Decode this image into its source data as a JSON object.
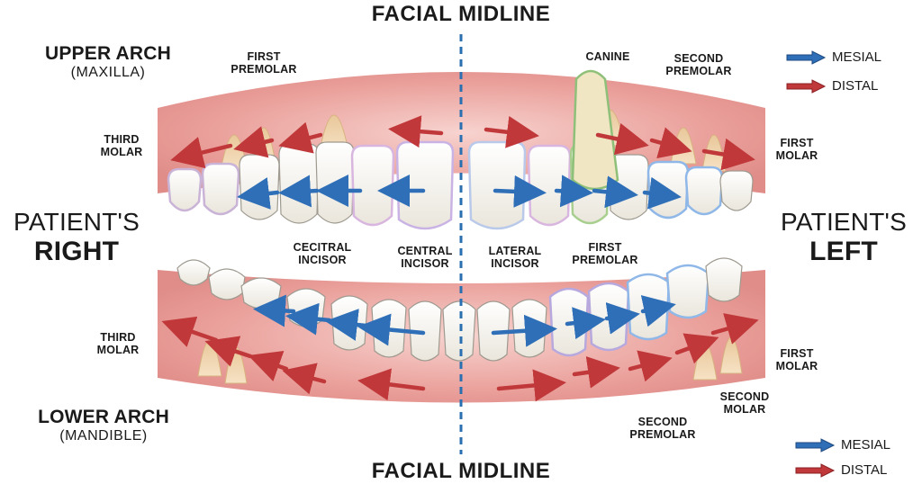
{
  "title_top": "FACIAL MIDLINE",
  "title_bottom": "FACIAL MIDLINE",
  "upper_arch": {
    "title": "UPPER ARCH",
    "subtitle": "(MAXILLA)"
  },
  "lower_arch": {
    "title": "LOWER ARCH",
    "subtitle": "(MANDIBLE)"
  },
  "patient_right": {
    "line1": "PATIENT'S",
    "line2": "RIGHT"
  },
  "patient_left": {
    "line1": "PATIENT'S",
    "line2": "LEFT"
  },
  "labels": {
    "upper_first_premolar": "FIRST PREMOLAR",
    "upper_canine": "CANINE",
    "upper_second_premolar": "SECOND PREMOLAR",
    "upper_third_molar": "THIRD MOLAR",
    "upper_first_molar": "FIRST MOLAR",
    "mid_cecitral_incisor": "CECITRAL INCISOR",
    "mid_central_incisor": "CENTRAL INCISOR",
    "mid_lateral_incisor": "LATERAL INCISOR",
    "mid_first_premolar": "FIRST PREMOLAR",
    "lower_third_molar": "THIRD MOLAR",
    "lower_first_molar": "FIRST MOLAR",
    "lower_second_molar": "SECOND MOLAR",
    "lower_second_premolar": "SECOND PREMOLAR"
  },
  "legend_top": [
    {
      "label": "MESIAL",
      "color": "#2f6fb8"
    },
    {
      "label": "DISTAL",
      "color": "#c0383a"
    }
  ],
  "legend_bottom": [
    {
      "label": "MESIAL",
      "color": "#2f6fb8"
    },
    {
      "label": "DISTAL",
      "color": "#c0383a"
    }
  ],
  "colors": {
    "mesial": "#2f6fb8",
    "distal": "#c0383a",
    "gum": "#e9a3a0",
    "tooth": "#fbfaf6",
    "midline": "#2a6fb0"
  }
}
